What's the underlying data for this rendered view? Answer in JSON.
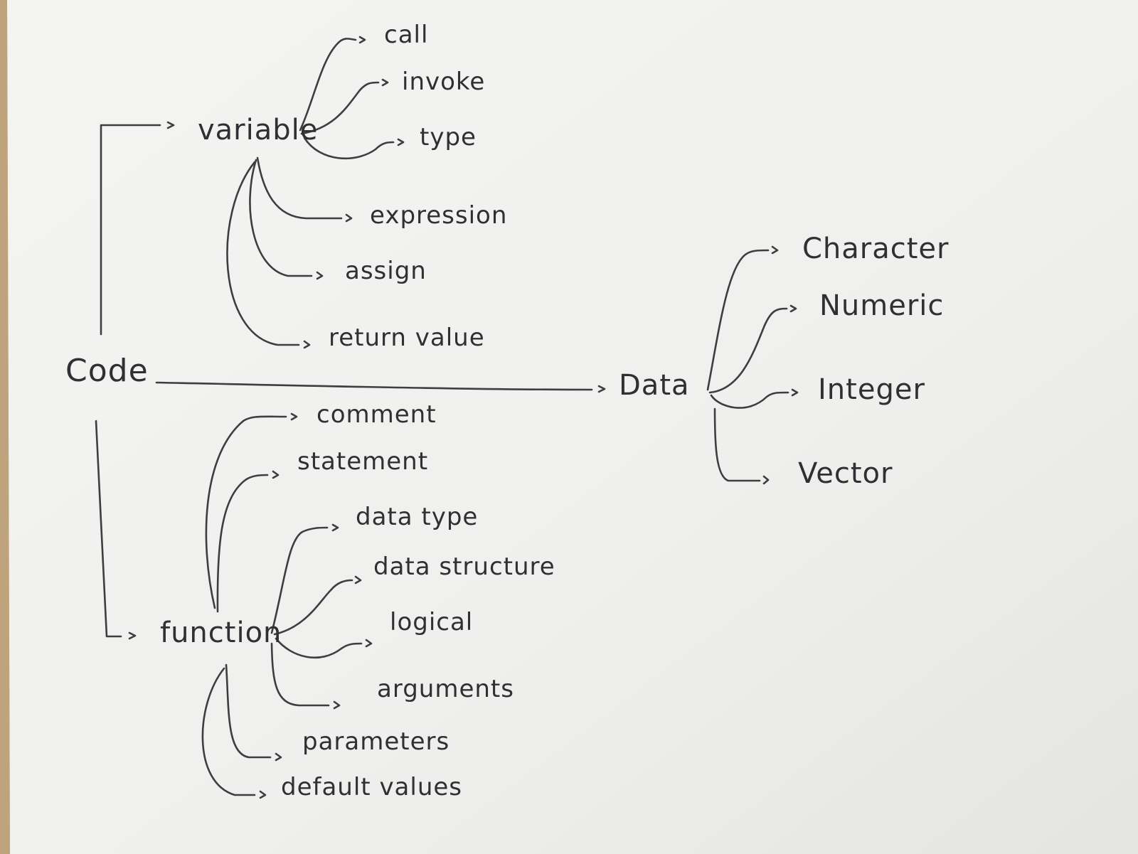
{
  "diagram": {
    "root": "Code",
    "hubs": {
      "variable": "variable",
      "data": "Data",
      "function": "function"
    },
    "variable_children": [
      "call",
      "invoke",
      "type",
      "expression",
      "assign",
      "return value"
    ],
    "data_children": [
      "Character",
      "Numeric",
      "Integer",
      "Vector"
    ],
    "function_children": [
      "comment",
      "statement",
      "data type",
      "data structure",
      "logical",
      "arguments",
      "parameters",
      "default values"
    ]
  },
  "colors": {
    "ink": "#3a3b3e",
    "paper": "#f3f3f1",
    "backdrop": "#c9bfa6"
  }
}
